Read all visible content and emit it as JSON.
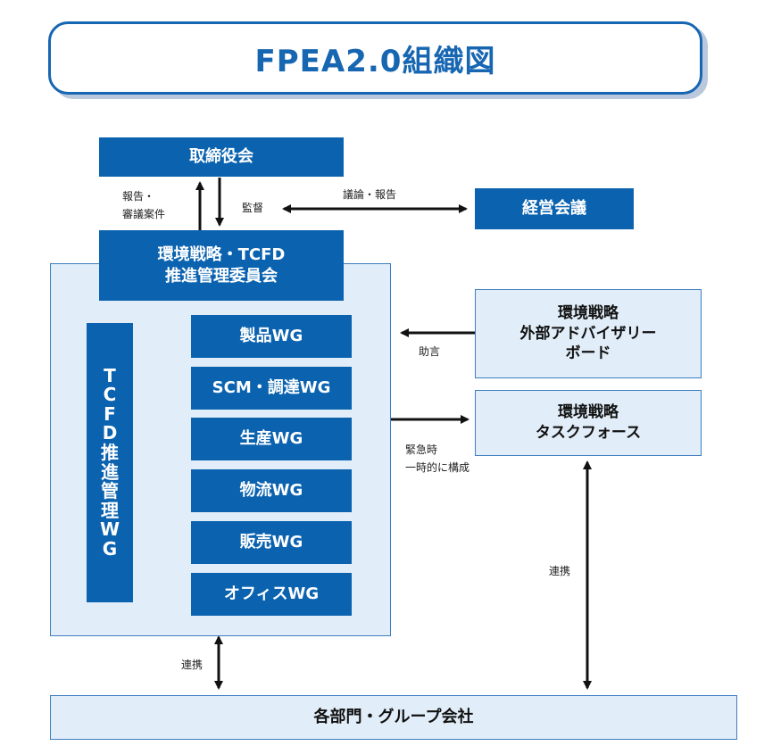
{
  "title": "FPEA2.0組織図",
  "nodes": {
    "board": "取締役会",
    "management_meeting": "経営会議",
    "committee_line1": "環境戦略・TCFD",
    "committee_line2": "推進管理委員会",
    "tcfd_wg_vertical": [
      "T",
      "C",
      "F",
      "D",
      "推",
      "進",
      "管",
      "理",
      "W",
      "G"
    ],
    "wg_items": [
      "製品WG",
      "SCM・調達WG",
      "生産WG",
      "物流WG",
      "販売WG",
      "オフィスWG"
    ],
    "advisory_line1": "環境戦略",
    "advisory_line2": "外部アドバイザリー",
    "advisory_line3": "ボード",
    "taskforce_line1": "環境戦略",
    "taskforce_line2": "タスクフォース",
    "departments": "各部門・グループ会社"
  },
  "labels": {
    "report_line1": "報告・",
    "report_line2": "審議案件",
    "supervise": "監督",
    "discuss_report": "議論・報告",
    "advice": "助言",
    "emergency_line1": "緊急時",
    "emergency_line2": "一時的に構成",
    "collab_right": "連携",
    "collab_left": "連携"
  },
  "colors": {
    "primary": "#0b63b0",
    "title_border": "#1766b2",
    "panel_bg": "#e1edf8",
    "panel_border": "#3f7dbf",
    "line": "#111111"
  }
}
